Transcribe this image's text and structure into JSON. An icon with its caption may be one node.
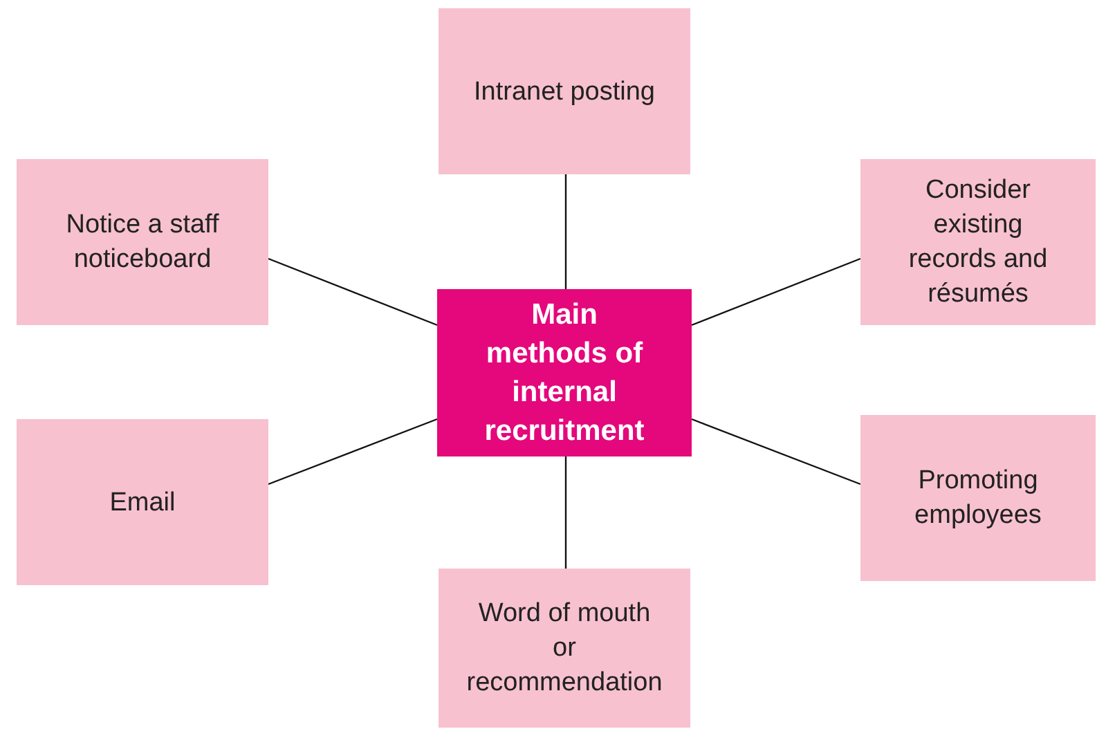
{
  "diagram": {
    "nodes": [
      {
        "text": [
          "Intranet posting"
        ]
      },
      {
        "text": [
          "Notice a staff noticeboard"
        ]
      },
      {
        "text": [
          "Consider existing records and résumés"
        ]
      },
      {
        "text": [
          "Main methods of internal recruitment"
        ]
      },
      {
        "text": [
          "Email"
        ]
      },
      {
        "text": [
          "Promoting employees"
        ]
      },
      {
        "text": [
          "Word of mouth or recommendation"
        ]
      }
    ],
    "edges": [
      {
        "from": 3,
        "to": 0,
        "arrow": "none"
      },
      {
        "from": 3,
        "to": 1,
        "arrow": "none"
      },
      {
        "from": 3,
        "to": 2,
        "arrow": "none"
      },
      {
        "from": 3,
        "to": 4,
        "arrow": "none"
      },
      {
        "from": 3,
        "to": 5,
        "arrow": "none"
      },
      {
        "from": 3,
        "to": 6,
        "arrow": "none"
      }
    ]
  }
}
